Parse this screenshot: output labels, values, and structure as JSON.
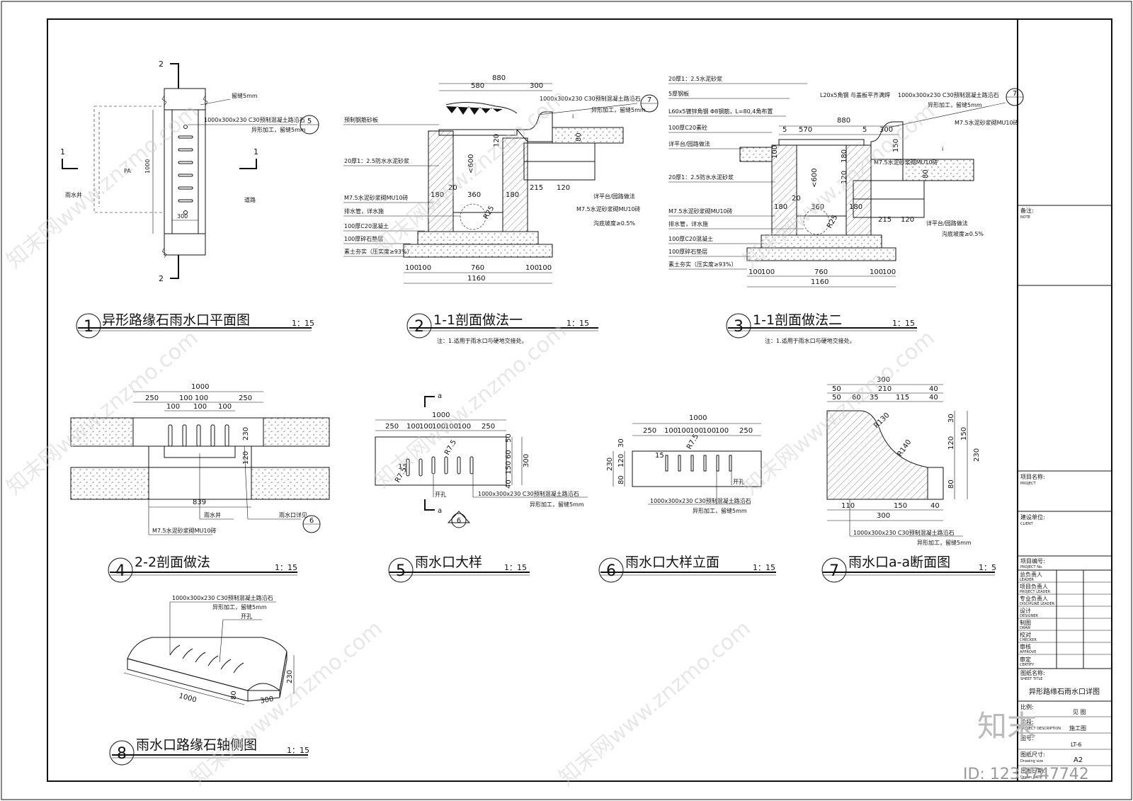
{
  "titleblock": {
    "note_label": "备注:",
    "note_en": "NOTE",
    "project_label": "项目名称:",
    "project_en": "PROJECT",
    "client_label": "建设单位:",
    "client_en": "CLIENT",
    "project_no_label": "项目编号:",
    "project_no_en": "PROJECT No.",
    "roles": [
      {
        "cn": "总负责人",
        "en": "LEADER"
      },
      {
        "cn": "项目负责人",
        "en": "PROJECT LEADER"
      },
      {
        "cn": "专业负责人",
        "en": "DISCIPLINE LEADER"
      },
      {
        "cn": "设计",
        "en": "DESIGNER"
      },
      {
        "cn": "制图",
        "en": "DRAW"
      },
      {
        "cn": "校对",
        "en": "CHECKER"
      },
      {
        "cn": "审核",
        "en": "APPROVE"
      },
      {
        "cn": "审定",
        "en": "CERTIFY"
      }
    ],
    "sheet_title_label": "图纸名称:",
    "sheet_title_en": "SHEET TITLE",
    "sheet_title": "异形路缘石雨水口详图",
    "scale_label": "比例:",
    "scale_value": "见 图",
    "stage_label": "阶段:",
    "stage_en": "PROJECT DESCRIPTION",
    "stage_value": "施工图",
    "drawing_no_label": "图号:",
    "drawing_no_value": "LT-6",
    "size_label": "图纸尺寸:",
    "size_en": "Drawing size",
    "size_value": "A2",
    "date_label": "出图日期:",
    "date_en": "Drawn DATE"
  },
  "views": [
    {
      "num": "1",
      "title": "异形路缘石雨水口平面图",
      "scale": "1：15"
    },
    {
      "num": "2",
      "title": "1-1剖面做法一",
      "scale": "1：15",
      "note": "注：1.适用于雨水口与硬地交接处。"
    },
    {
      "num": "3",
      "title": "1-1剖面做法二",
      "scale": "1：15",
      "note": "注：1.适用于雨水口与硬地交接处。"
    },
    {
      "num": "4",
      "title": "2-2剖面做法",
      "scale": "1：15"
    },
    {
      "num": "5",
      "title": "雨水口大样",
      "scale": "1：15"
    },
    {
      "num": "6",
      "title": "雨水口大样立面",
      "scale": "1：15"
    },
    {
      "num": "7",
      "title": "雨水口a-a断面图",
      "scale": "1：5"
    },
    {
      "num": "8",
      "title": "雨水口路缘石轴侧图",
      "scale": "1：15"
    }
  ],
  "plan": {
    "cut_2": "2",
    "cut_1": "1",
    "gap": "留缝5mm",
    "stone": "1000x300x230 C30预制混凝土路沿石",
    "stone2": "异形加工，留缝5mm",
    "ref": "5",
    "pa": "PA",
    "dim_1000": "1000",
    "dim_300": "300",
    "well": "雨水井",
    "road": "道路"
  },
  "section": {
    "d880": "880",
    "d580": "580",
    "d300": "300",
    "d120": "120",
    "d80": "80",
    "d600": "<600",
    "d180": "180",
    "d20": "20",
    "d360": "360",
    "d215": "215",
    "r25": "R25",
    "d100": "100",
    "d760": "760",
    "d1160": "1160",
    "d570": "570",
    "d5": "5",
    "d150": "150",
    "grate": "预制钢筋砂板",
    "mortar20": "20厚1：2.5防水水泥砂浆",
    "mortar20b": "20厚1：2.5水泥砂浆",
    "brick": "M7.5水泥砂浆砌MU10砖",
    "drain": "排水管，详水施",
    "c20": "100厚C20混凝土",
    "gravel": "100厚碎石垫层",
    "soil": "素土夯实（压实度≥93%）",
    "paving": "详平台/园路做法",
    "slope": "沟底坡度≥0.5%",
    "stone": "1000x300x230 C30预制混凝土路沿石",
    "stone2": "异形加工，留缝5mm",
    "steel": "5厚钢板",
    "angle1": "L20x5角钢 与盖板平齐满焊",
    "angle2": "L60x5镀锌角钢 Φ8钢筋，L=80,4角布置",
    "c20pad": "100厚C20素砼",
    "slope_i": "i",
    "ref7": "7"
  },
  "sec22": {
    "d1000": "1000",
    "d250": "250",
    "d100": "100",
    "d839": "839",
    "d230": "230",
    "d120": "120",
    "well": "雨水井",
    "detail": "雨水口详见",
    "brick": "M7.5水泥砂浆砌MU10砖",
    "ref": "6"
  },
  "det5": {
    "d1000": "1000",
    "d250": "250",
    "d100": "100",
    "d50": "50",
    "d60": "60",
    "d150": "150",
    "d40": "40",
    "d300": "300",
    "d15": "15",
    "r75": "R7.5",
    "a": "a",
    "hole": "开孔",
    "stone": "1000x300x230 C30预制混凝土路沿石",
    "stone2": "异形加工，留缝5mm",
    "ref": "6"
  },
  "det6": {
    "d1000": "1000",
    "d250": "250",
    "d100": "100",
    "d30": "30",
    "d230": "230",
    "d120": "120",
    "d80": "80",
    "d15": "15",
    "r75": "R7.5",
    "hole": "开孔",
    "stone": "1000x300x230 C30预制混凝土路沿石",
    "stone2": "异形加工，留缝5mm"
  },
  "det7": {
    "d300": "300",
    "d50": "50",
    "d210": "210",
    "d40": "40",
    "d60": "60",
    "d35": "35",
    "d115": "115",
    "r130": "R130",
    "r140": "R140",
    "d30": "30",
    "d120": "120",
    "d80": "80",
    "d150": "150",
    "d230": "230",
    "d110": "110",
    "stone": "1000x300x230 C30预制混凝土路沿石",
    "stone2": "异形加工，留缝5mm"
  },
  "iso": {
    "stone": "1000x300x230 C30预制混凝土路沿石",
    "stone2": "异形加工，留缝5mm",
    "hole": "开孔",
    "d1000": "1000",
    "d300": "300",
    "d230": "230",
    "d80": "80"
  },
  "watermark": {
    "text": "知末网www.znzmo.com",
    "logo": "知末",
    "id": "ID: 1233747742"
  }
}
